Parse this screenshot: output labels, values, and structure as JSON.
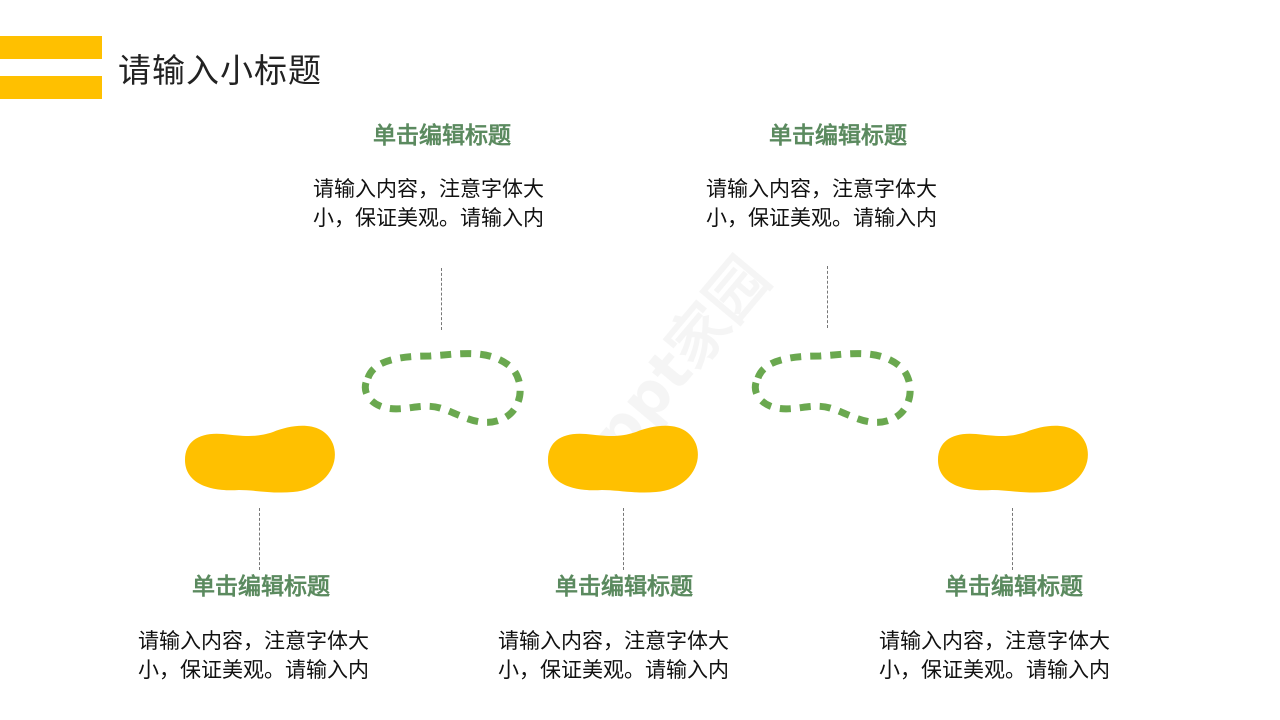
{
  "slide": {
    "title": "请输入小标题",
    "accent_color": "#FFC000",
    "title_color": "#5B8A5F",
    "dash_color": "#6AA84F",
    "watermark": "ppt家园"
  },
  "items": [
    {
      "title": "单击编辑标题",
      "line1": "请输入内容，注意字体大",
      "line2": "小，保证美观。请输入内"
    },
    {
      "title": "单击编辑标题",
      "line1": "请输入内容，注意字体大",
      "line2": "小，保证美观。请输入内"
    },
    {
      "title": "单击编辑标题",
      "line1": "请输入内容，注意字体大",
      "line2": "小，保证美观。请输入内"
    },
    {
      "title": "单击编辑标题",
      "line1": "请输入内容，注意字体大",
      "line2": "小，保证美观。请输入内"
    },
    {
      "title": "单击编辑标题",
      "line1": "请输入内容，注意字体大",
      "line2": "小，保证美观。请输入内"
    }
  ]
}
